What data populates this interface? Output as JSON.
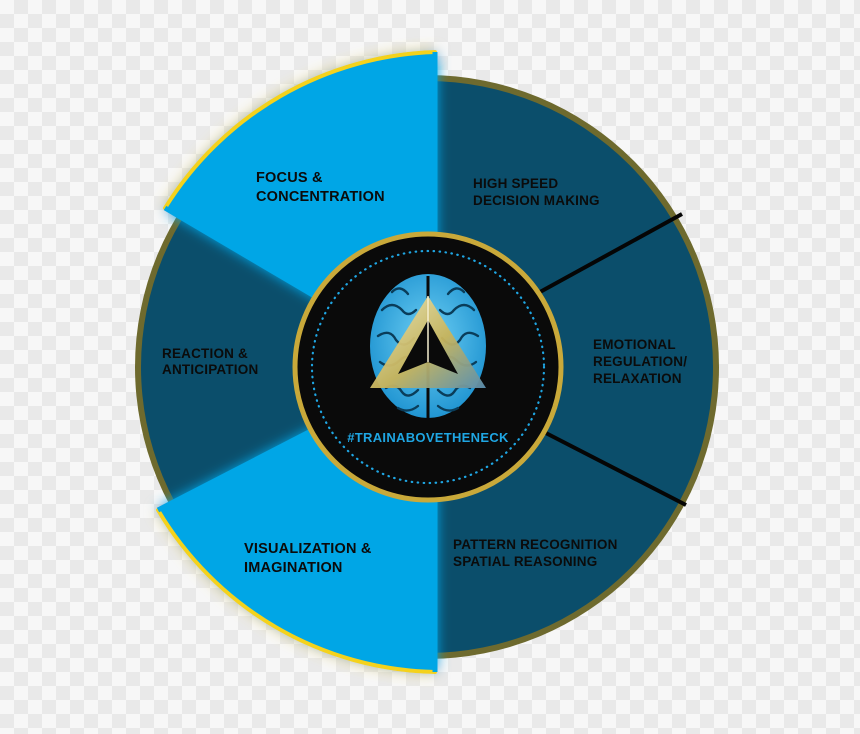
{
  "colors": {
    "dark_segment": "#0b4e6b",
    "light_segment": "#05a6e6",
    "rim_gold": "#7d7530",
    "highlight_yellow": "#f4d21a",
    "center_black": "#0a0a0a",
    "brain_blue": "#2aa9e0"
  },
  "segments": {
    "focus": {
      "line1": "FOCUS &",
      "line2": "CONCENTRATION"
    },
    "decision": {
      "line1": "HIGH SPEED",
      "line2": "DECISION MAKING"
    },
    "emotional": {
      "line1": "EMOTIONAL",
      "line2": "REGULATION/",
      "line3": "RELAXATION"
    },
    "pattern": {
      "line1": "PATTERN RECOGNITION",
      "line2": "SPATIAL REASONING"
    },
    "visualization": {
      "line1": "VISUALIZATION &",
      "line2": "IMAGINATION"
    },
    "reaction": {
      "line1": "REACTION &",
      "line2": "ANTICIPATION"
    }
  },
  "center": {
    "hashtag": "#TRAINABOVETHENECK",
    "logo_icon": "brain-triangle-icon"
  }
}
